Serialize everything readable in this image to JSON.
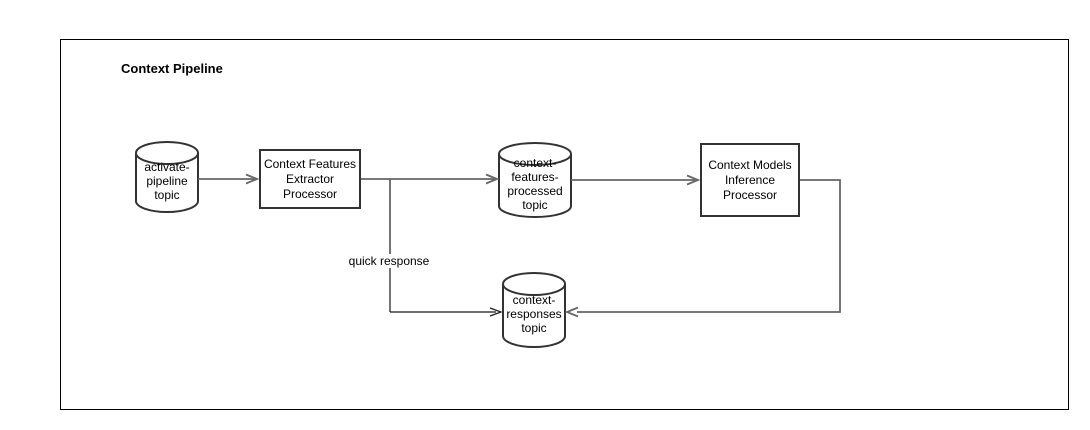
{
  "diagram": {
    "title": "Context Pipeline",
    "nodes": [
      {
        "id": "activate-pipeline-topic",
        "type": "cylinder",
        "label": "activate-pipeline topic",
        "lines": [
          "activate-",
          "pipeline",
          "topic"
        ]
      },
      {
        "id": "context-features-extractor-processor",
        "type": "process",
        "label": "Context Features Extractor Processor",
        "lines": [
          "Context Features",
          "Extractor",
          "Processor"
        ]
      },
      {
        "id": "context-features-processed-topic",
        "type": "cylinder",
        "label": "context-features-processed topic",
        "lines": [
          "context-",
          "features-",
          "processed",
          "topic"
        ]
      },
      {
        "id": "context-models-inference-processor",
        "type": "process",
        "label": "Context Models Inference Processor",
        "lines": [
          "Context Models",
          "Inference",
          "Processor"
        ]
      },
      {
        "id": "context-responses-topic",
        "type": "cylinder",
        "label": "context-responses topic",
        "lines": [
          "context-",
          "responses",
          "topic"
        ]
      }
    ],
    "edges": [
      {
        "from": "activate-pipeline-topic",
        "to": "context-features-extractor-processor",
        "label": ""
      },
      {
        "from": "context-features-extractor-processor",
        "to": "context-features-processed-topic",
        "label": ""
      },
      {
        "from": "context-features-processed-topic",
        "to": "context-models-inference-processor",
        "label": ""
      },
      {
        "from": "context-models-inference-processor",
        "to": "context-responses-topic",
        "label": ""
      },
      {
        "from": "context-features-extractor-processor",
        "to": "context-responses-topic",
        "label": "quick response"
      }
    ],
    "colors": {
      "connector": "#666666",
      "quick_connector": "#1a1a1a",
      "node_border": "#333333",
      "frame_border": "#000000",
      "background": "#ffffff",
      "text": "#000000"
    }
  }
}
